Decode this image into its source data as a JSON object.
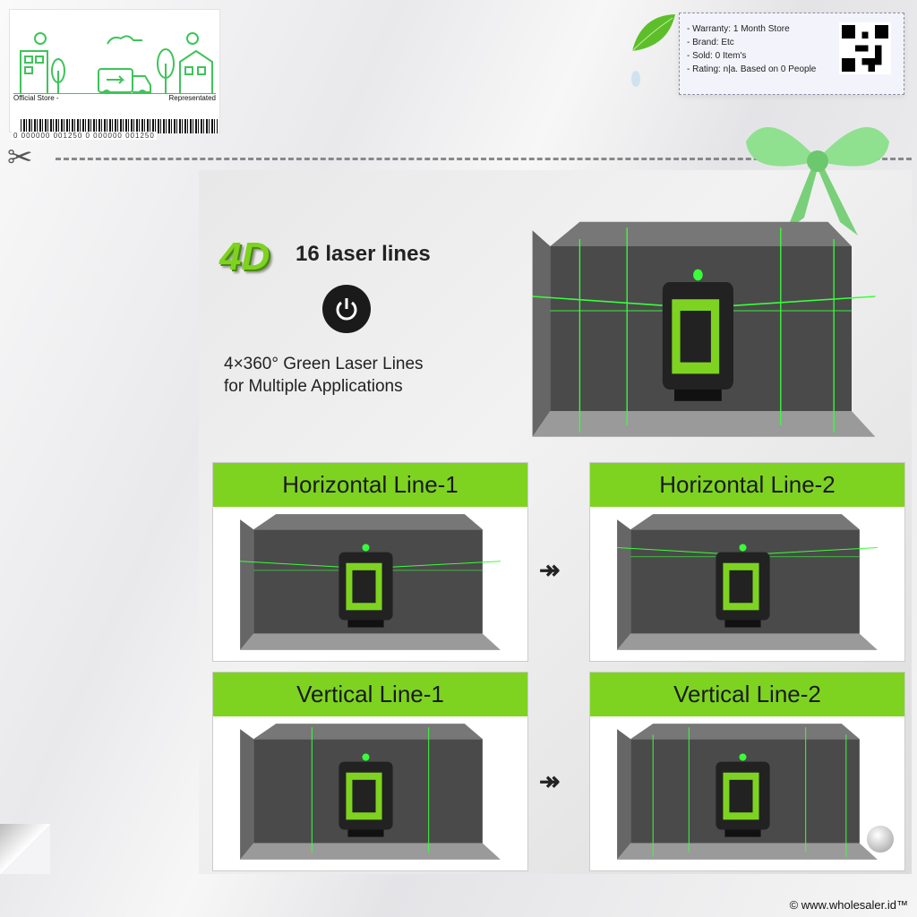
{
  "store_badge": {
    "left_label": "Official Store -",
    "right_label": "Representated",
    "barcode_number": "0 000000 001250 0 000000 001250"
  },
  "info_box": {
    "lines": [
      "- Warranty: 1 Month Store",
      "- Brand: Etc",
      "- Sold: 0 Item's",
      "- Rating: n|a. Based on 0 People"
    ]
  },
  "product": {
    "logo_text": "4D",
    "title": "16 laser lines",
    "subtitle_line1": "4×360° Green Laser Lines",
    "subtitle_line2": "for Multiple Applications",
    "modes": [
      {
        "label": "Horizontal Line-1",
        "type": "h1"
      },
      {
        "label": "Horizontal Line-2",
        "type": "h2"
      },
      {
        "label": "Vertical Line-1",
        "type": "v1"
      },
      {
        "label": "Vertical Line-2",
        "type": "v2"
      }
    ],
    "arrow": "↠"
  },
  "footer": "© www.wholesaler.id™",
  "colors": {
    "accent": "#7ed321",
    "laser": "#39ff3a"
  }
}
